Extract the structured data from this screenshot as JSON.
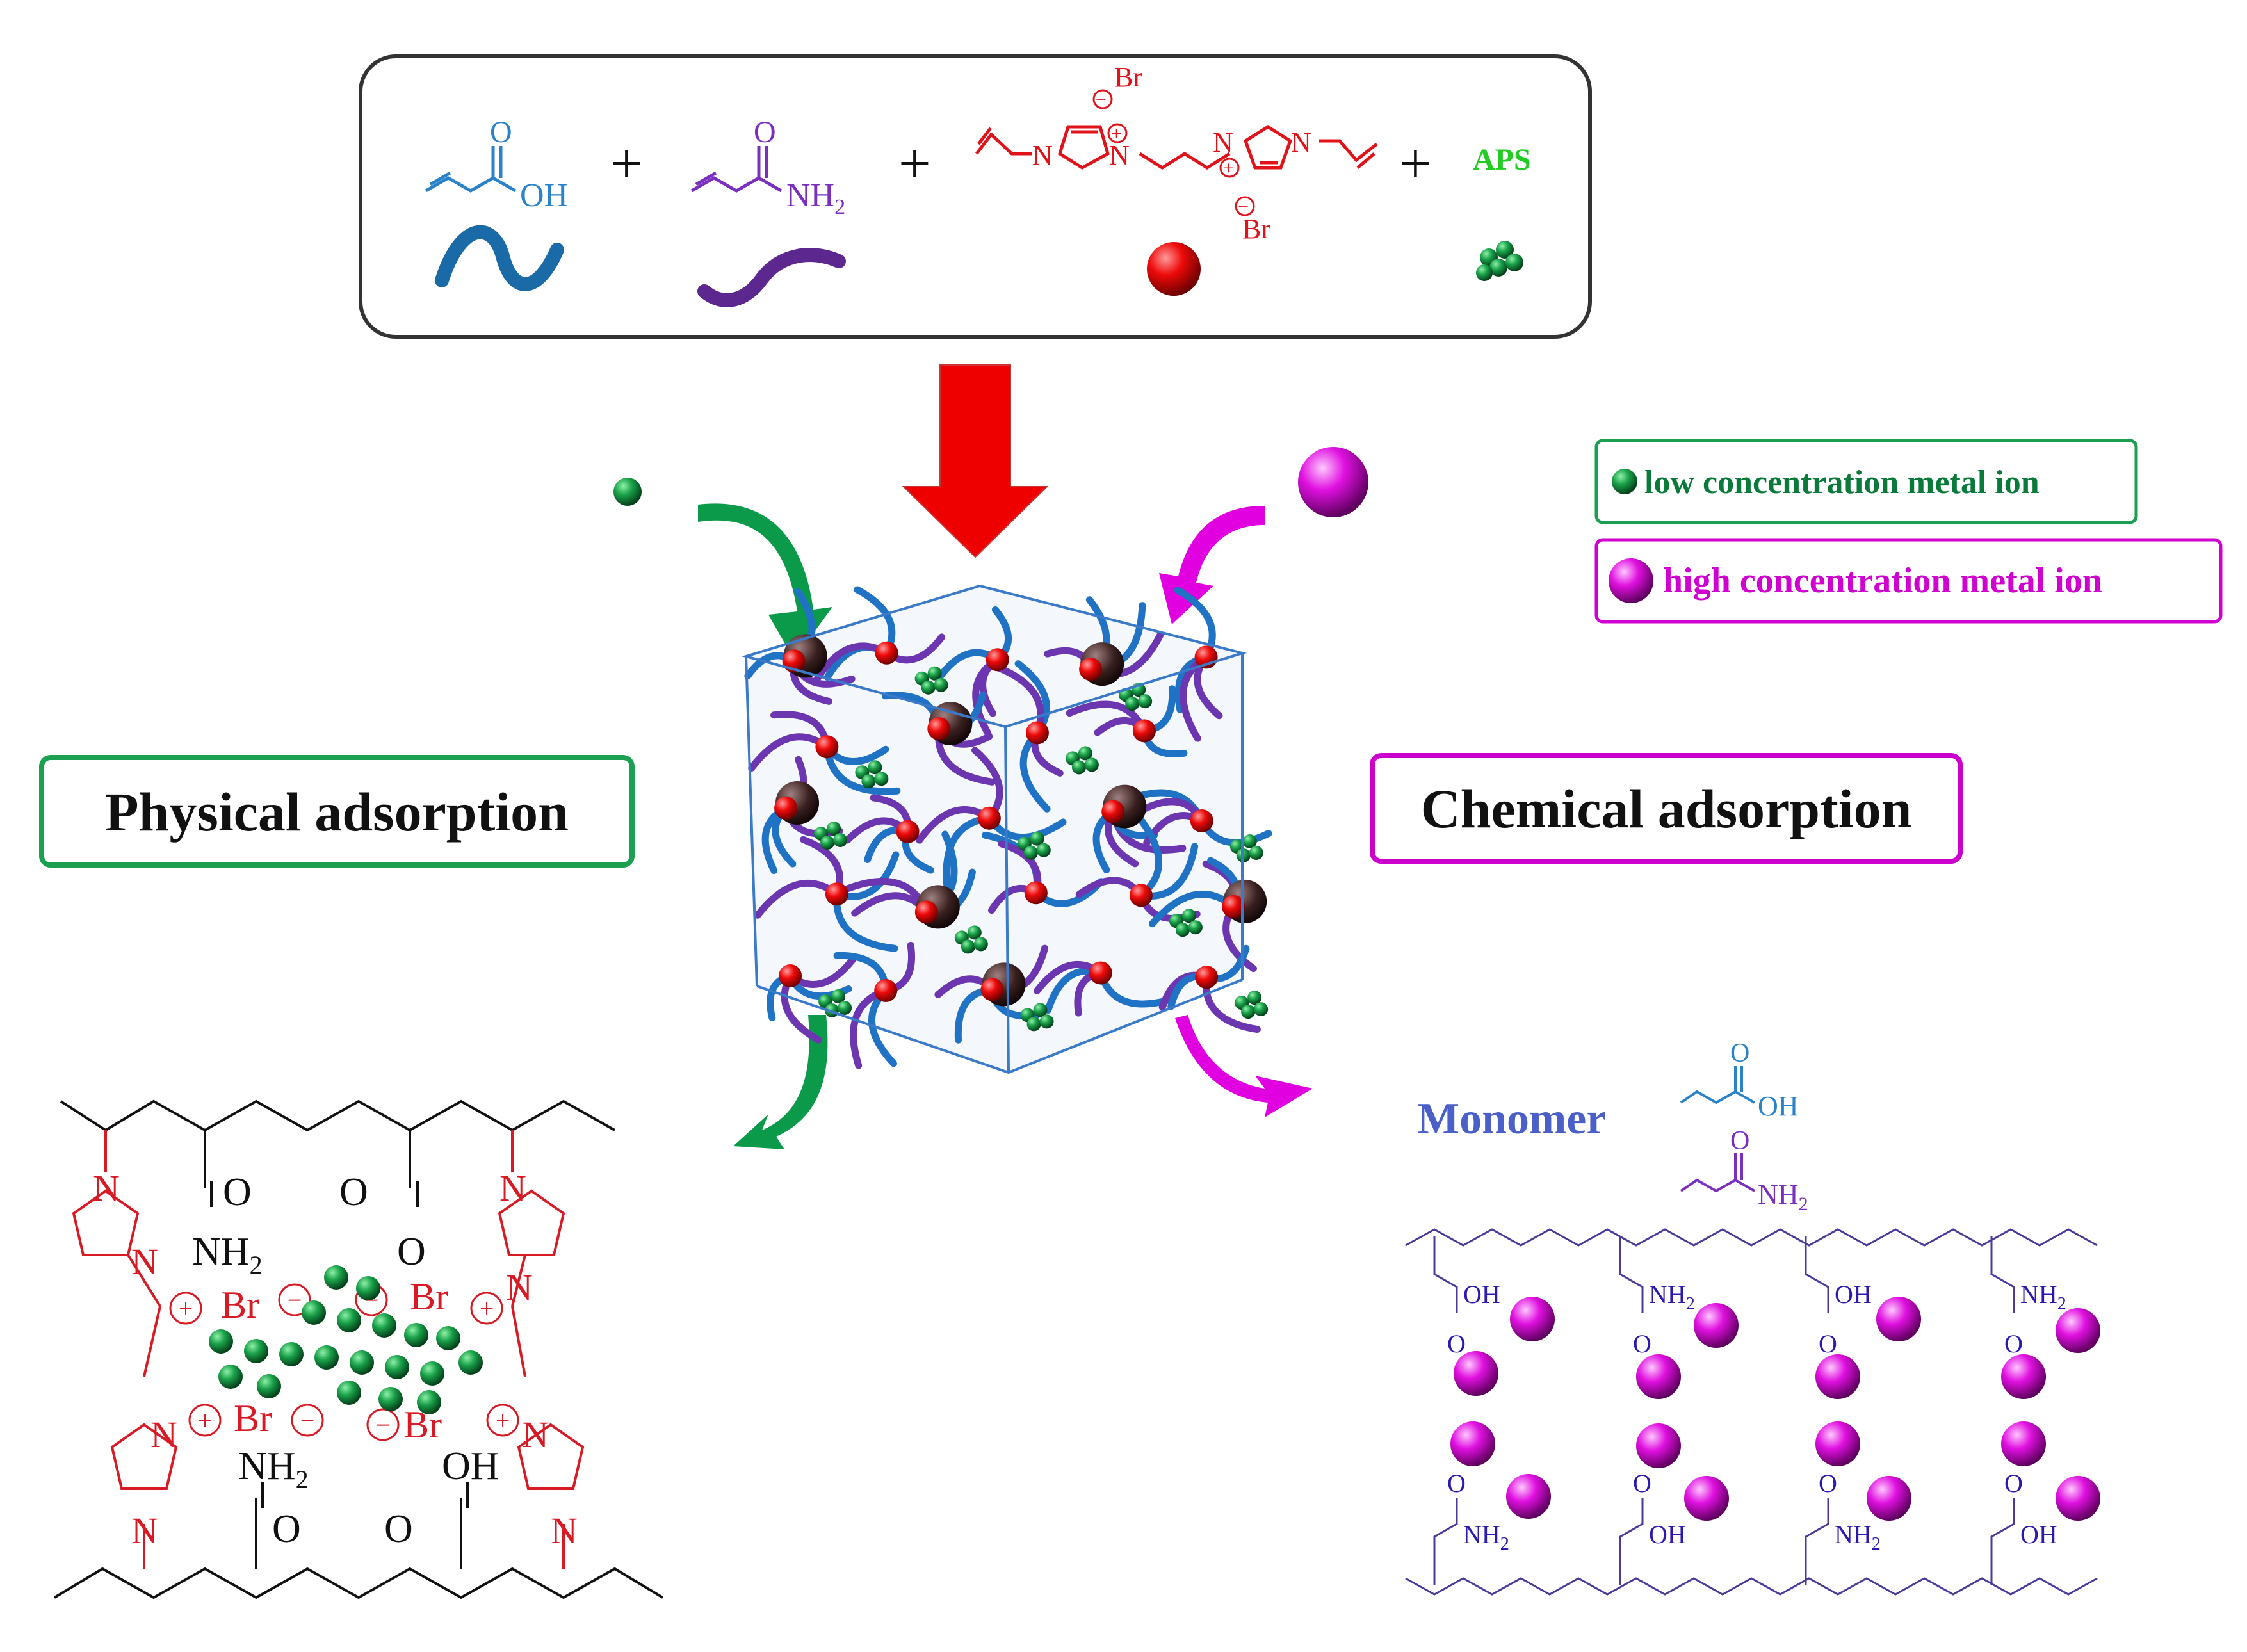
{
  "reagents": {
    "acrylic_acid": {
      "o": "O",
      "oh": "OH"
    },
    "acrylamide": {
      "o": "O",
      "nh2": "NH",
      "nh2_sub": "2"
    },
    "crosslinker": {
      "br1": "Br",
      "br2": "Br",
      "n": "N",
      "plus": "+",
      "minus": "−"
    },
    "initiator": {
      "label": "APS"
    },
    "plus": "+"
  },
  "legend": {
    "low": {
      "label": "low concentration metal ion",
      "color": "#0a7a3a"
    },
    "high": {
      "label": "high concentration metal ion",
      "color": "#d000d0"
    }
  },
  "physical": {
    "label": "Physical adsorption",
    "labels": {
      "o": "O",
      "nh2": "NH",
      "sub2": "2",
      "oh": "OH",
      "n": "N",
      "br": "Br",
      "plus": "+",
      "minus": "−"
    }
  },
  "chemical": {
    "label": "Chemical adsorption",
    "monomer": "Monomer",
    "labels": {
      "o": "O",
      "oh": "OH",
      "nh2": "NH",
      "sub2": "2"
    }
  },
  "colors": {
    "acrylic_acid": "#2a82c8",
    "acrylamide": "#7a2fc0",
    "crosslinker": "#e0121a",
    "aps": "#22cc22",
    "green_arrow": "#0a9a4a",
    "magenta": "#e000e0",
    "red_arrow": "#ee0000",
    "physical_border": "#1aa050",
    "chemical_border": "#cc00cc"
  }
}
